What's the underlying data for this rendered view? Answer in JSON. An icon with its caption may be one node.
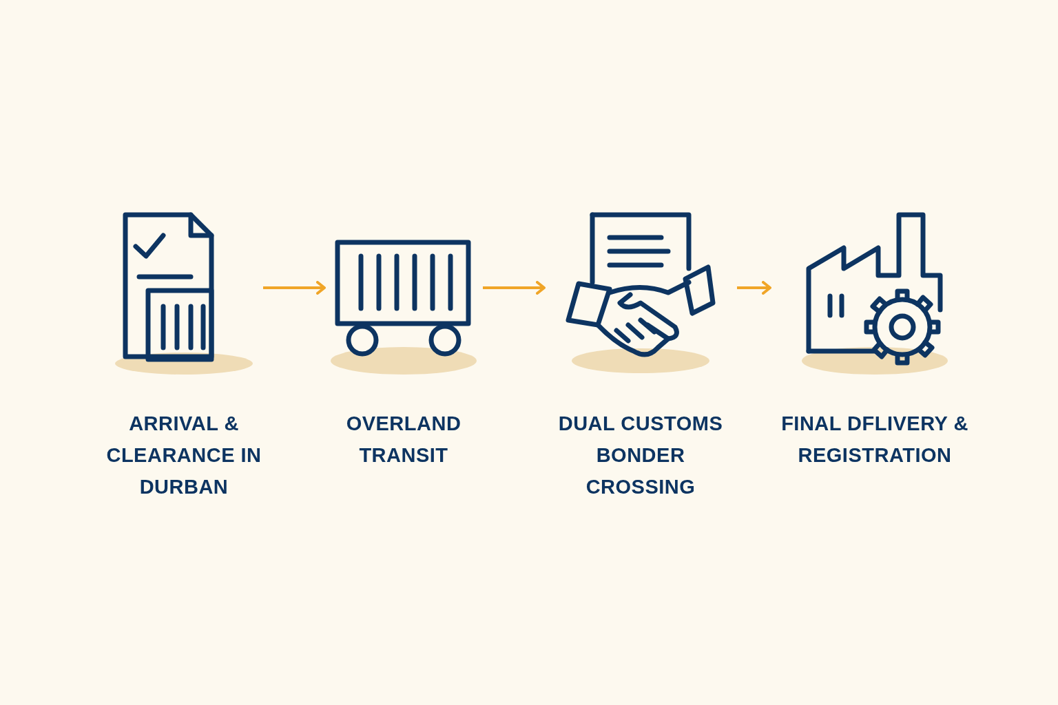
{
  "diagram": {
    "nodes": [
      {
        "text": [
          "ARRIVAL & CLEARANCE IN DURBAN"
        ]
      },
      {
        "text": [
          "OVERLAND TRANSIT"
        ]
      },
      {
        "text": [
          "DUAL CUSTOMS BONDER CROSSING"
        ]
      },
      {
        "text": [
          "FINAL DFLIVERY & REGISTRATION"
        ]
      }
    ],
    "edges": [
      {
        "from": 0,
        "to": 1,
        "arrow": "to"
      },
      {
        "from": 1,
        "to": 2,
        "arrow": "to"
      },
      {
        "from": 2,
        "to": 3,
        "arrow": "to"
      }
    ]
  }
}
